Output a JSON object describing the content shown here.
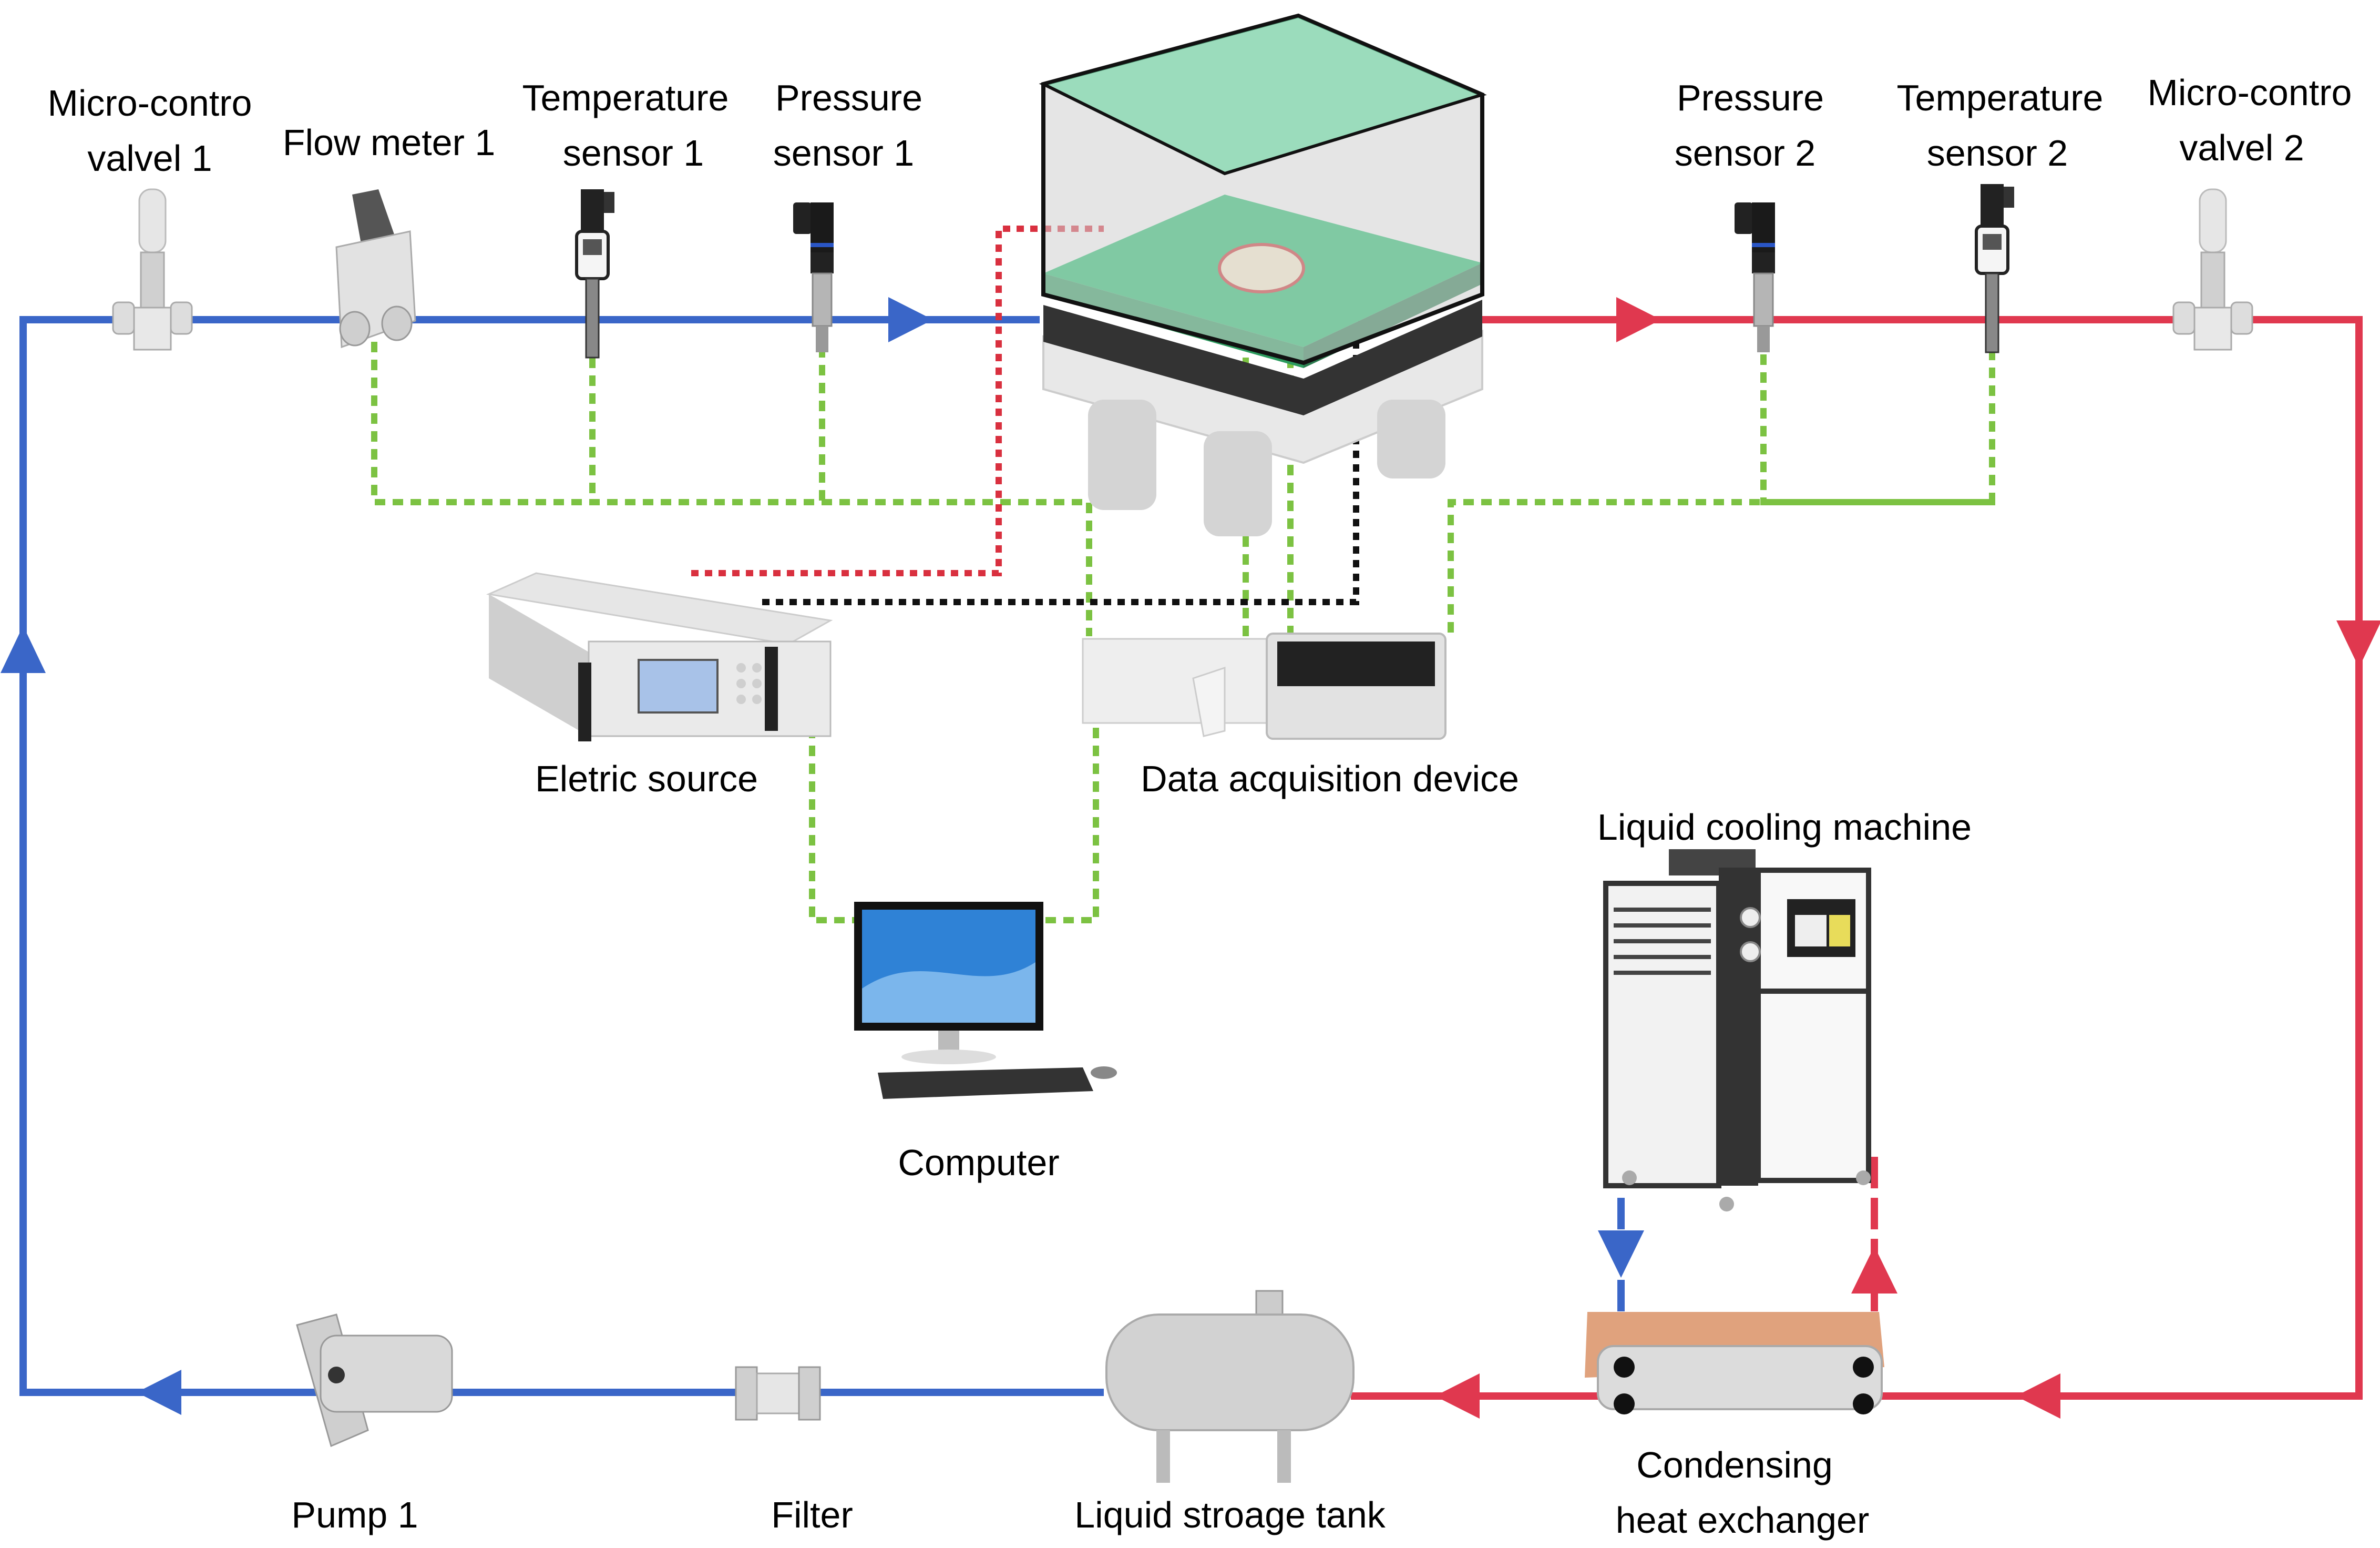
{
  "diagram": {
    "title": "Liquid cooling experimental loop",
    "colors": {
      "cold_line": "#3a66c8",
      "hot_line": "#e0384f",
      "signal_green": "#7cc242",
      "power_red": "#d9303f",
      "signal_black": "#111111"
    },
    "components": {
      "valve1": [
        "Micro-contro",
        "valvel 1"
      ],
      "flow_meter": [
        "Flow meter 1"
      ],
      "temp1": [
        "Temperature",
        "sensor 1"
      ],
      "press1": [
        "Pressure",
        "sensor 1"
      ],
      "press2": [
        "Pressure",
        "sensor 2"
      ],
      "temp2": [
        "Temperature",
        "sensor 2"
      ],
      "valve2": [
        "Micro-contro",
        "valvel 2"
      ],
      "electric_source": [
        "Eletric source"
      ],
      "daq": [
        "Data acquisition device"
      ],
      "computer": [
        "Computer"
      ],
      "chiller": [
        "Liquid cooling machine"
      ],
      "pump": [
        "Pump 1"
      ],
      "filter": [
        "Filter"
      ],
      "tank": [
        "Liquid stroage tank"
      ],
      "heat_exchanger": [
        "Condensing",
        "heat exchanger"
      ]
    },
    "icons": {
      "valve": "valve-icon",
      "flow_meter": "flow-meter-icon",
      "temperature_sensor": "temperature-sensor-icon",
      "pressure_sensor": "pressure-sensor-icon",
      "test_module": "test-module-icon",
      "power_supply": "power-supply-icon",
      "daq": "daq-icon",
      "computer": "computer-icon",
      "chiller": "chiller-icon",
      "pump": "pump-icon",
      "filter": "filter-icon",
      "tank": "tank-icon",
      "heat_exchanger": "heat-exchanger-icon"
    }
  }
}
